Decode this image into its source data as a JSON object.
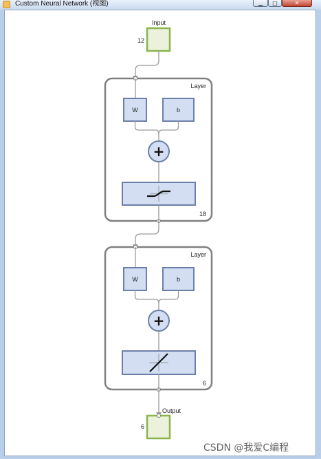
{
  "window": {
    "title": "Custom Neural Network (视图)",
    "buttons": {
      "minimize": "▁",
      "maximize": "□",
      "close": "✕"
    }
  },
  "diagram": {
    "input": {
      "label": "Input",
      "size": "12"
    },
    "layers": [
      {
        "label": "Layer",
        "weight": "W",
        "bias": "b",
        "sum": "+",
        "transfer": "tansig",
        "size": "18"
      },
      {
        "label": "Layer",
        "weight": "W",
        "bias": "b",
        "sum": "+",
        "transfer": "purelin",
        "size": "6"
      }
    ],
    "output": {
      "label": "Output",
      "size": "6"
    }
  },
  "watermark": "CSDN @我爱C编程",
  "colors": {
    "io_fill": "#ebf1da",
    "io_stroke": "#8bb54a",
    "block_fill": "#d3def3",
    "block_stroke": "#6b80a8",
    "layer_stroke": "#808080",
    "wire": "#9a9a9a"
  }
}
